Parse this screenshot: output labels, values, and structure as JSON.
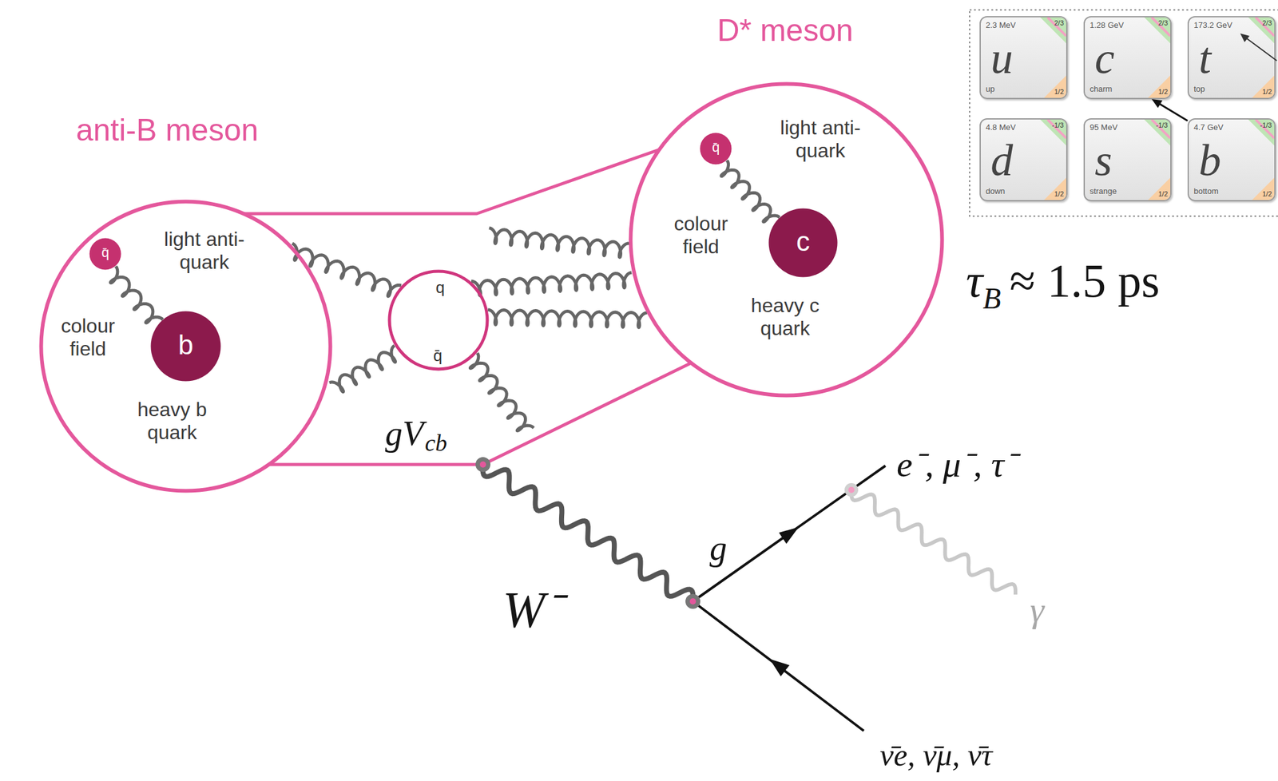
{
  "diagram": {
    "nodes": [
      {
        "text": [
          "anti-B meson",
          "light anti-quark",
          "colour field",
          "heavy b quark"
        ]
      },
      {
        "text": [
          "q̄"
        ],
        "in": 0
      },
      {
        "text": [
          "b"
        ],
        "in": 0
      },
      {
        "text": [
          "q",
          "q̄"
        ]
      },
      {
        "text": [
          "D* meson",
          "light anti-quark",
          "colour field",
          "heavy c quark"
        ]
      },
      {
        "text": [
          "q̄"
        ],
        "in": 4
      },
      {
        "text": [
          "c"
        ],
        "in": 4
      },
      {
        "text": [
          "2.3 MeV",
          "u",
          "up",
          "2/3",
          "1/2"
        ]
      },
      {
        "text": [
          "1.28 GeV",
          "c",
          "charm",
          "2/3",
          "1/2"
        ]
      },
      {
        "text": [
          "173.2 GeV",
          "t",
          "top",
          "2/3",
          "1/2"
        ]
      },
      {
        "text": [
          "4.8 MeV",
          "d",
          "down",
          "-1/3",
          "1/2"
        ]
      },
      {
        "text": [
          "95 MeV",
          "s",
          "strange",
          "-1/3",
          "1/2"
        ]
      },
      {
        "text": [
          "4.7 GeV",
          "b",
          "bottom",
          "-1/3",
          "1/2"
        ]
      }
    ],
    "edges": [
      {
        "from": 0,
        "to": 4,
        "arrow": "none"
      },
      {
        "from": 0,
        "to": 4,
        "arrow": "none"
      },
      {
        "from": 12,
        "to": 8,
        "arrow": "to"
      }
    ],
    "labels": [
      "gV",
      "cb",
      "W⁻",
      "g",
      "e⁻, μ⁻, τ⁻",
      "γ",
      "ν̄e, ν̄μ, ν̄τ",
      "τ",
      "B",
      "≈ 1.5 ps"
    ]
  }
}
